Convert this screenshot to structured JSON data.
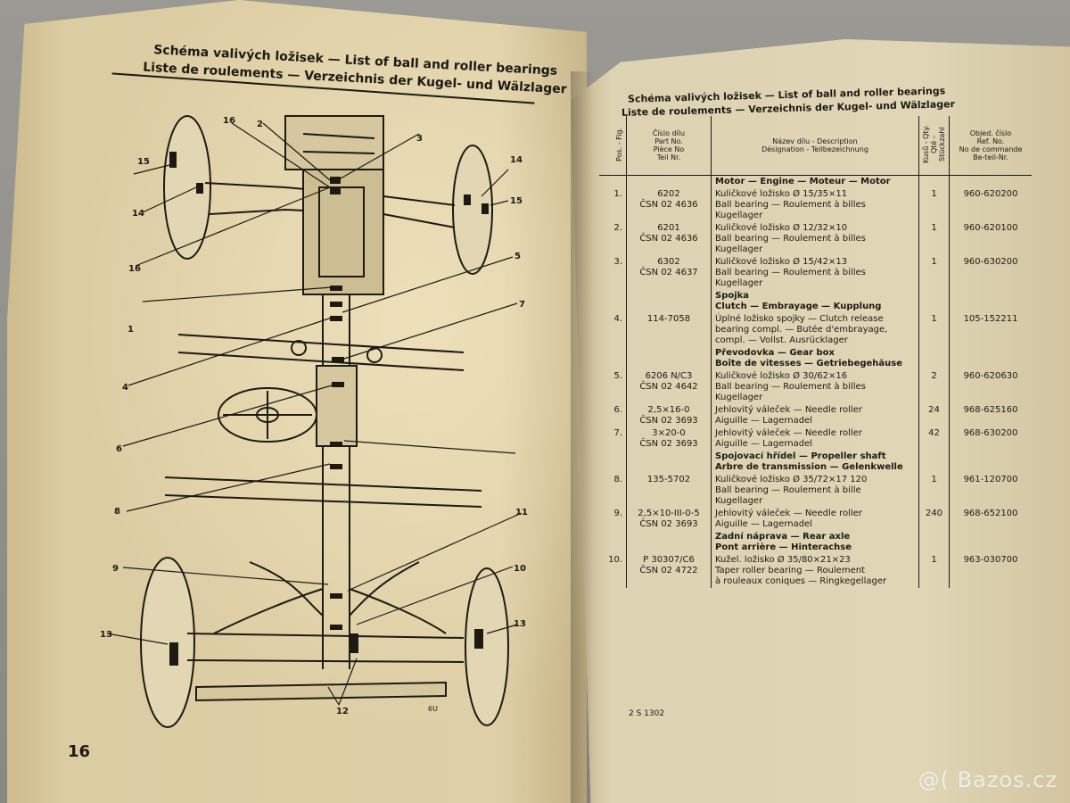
{
  "left": {
    "heading_1": "Schéma valivých ložisek — List of ball and roller bearings",
    "heading_2": "Liste de roulements — Verzeichnis der Kugel- und Wälzlager",
    "page_number": "16",
    "callouts": [
      "1",
      "2",
      "3",
      "4",
      "5",
      "6",
      "7",
      "8",
      "9",
      "10",
      "11",
      "12",
      "13",
      "14",
      "15",
      "16"
    ],
    "fig_mark": "6U"
  },
  "right": {
    "heading_1": "Schéma valivých ložisek — List of ball and roller bearings",
    "heading_2": "Liste de roulements — Verzeichnis der Kugel- und Wälzlager",
    "columns": {
      "pos": "Pos. - Fig.",
      "part": "Číslo dílu\nPart No.\nPièce No\nTeil Nr.",
      "name": "Název dílu - Description\nDésignation - Teilbezeichnung",
      "qty": "Kusů - Qty.\nQté - Stückzahl",
      "ref": "Objed. číslo\nRef. No.\nNo de commande\nBe-teil-Nr."
    },
    "rows": [
      {
        "type": "group",
        "name": "Motor — Engine — Moteur — Motor"
      },
      {
        "type": "item",
        "pos": "1.",
        "part": "6202\nČSN 02 4636",
        "name": "Kuličkové ložisko Ø 15/35×11\nBall bearing — Roulement à billes\nKugellager",
        "qty": "1",
        "ref": "960-620200"
      },
      {
        "type": "item",
        "pos": "2.",
        "part": "6201\nČSN 02 4636",
        "name": "Kuličkové ložisko Ø 12/32×10\nBall bearing — Roulement à billes\nKugellager",
        "qty": "1",
        "ref": "960-620100"
      },
      {
        "type": "item",
        "pos": "3.",
        "part": "6302\nČSN 02 4637",
        "name": "Kuličkové ložisko Ø 15/42×13\nBall bearing — Roulement à billes\nKugellager",
        "qty": "1",
        "ref": "960-630200"
      },
      {
        "type": "group",
        "name": "Spojka\nClutch — Embrayage — Kupplung"
      },
      {
        "type": "item",
        "pos": "4.",
        "part": "114-7058",
        "name": "Úplné ložisko spojky — Clutch release\nbearing compl. — Butée d'embrayage,\ncompl. — Vollst. Ausrücklager",
        "qty": "1",
        "ref": "105-152211"
      },
      {
        "type": "group",
        "name": "Převodovka — Gear box\nBoîte de vitesses — Getriebegehäuse"
      },
      {
        "type": "item",
        "pos": "5.",
        "part": "6206 N/C3\nČSN 02 4642",
        "name": "Kuličkové ložisko Ø 30/62×16\nBall bearing — Roulement à billes\nKugellager",
        "qty": "2",
        "ref": "960-620630"
      },
      {
        "type": "item",
        "pos": "6.",
        "part": "2,5×16-0\nČSN 02 3693",
        "name": "Jehlovitý váleček — Needle roller\nAiguille — Lagernadel",
        "qty": "24",
        "ref": "968-625160"
      },
      {
        "type": "item",
        "pos": "7.",
        "part": "3×20-0\nČSN 02 3693",
        "name": "Jehlovitý váleček — Needle roller\nAiguille — Lagernadel",
        "qty": "42",
        "ref": "968-630200"
      },
      {
        "type": "group",
        "name": "Spojovací hřídel — Propeller shaft\nArbre de transmission — Gelenkwelle"
      },
      {
        "type": "item",
        "pos": "8.",
        "part": "135-5702",
        "name": "Kuličkové ložisko Ø 35/72×17 120\nBall bearing — Roulement à bille\nKugellager",
        "qty": "1",
        "ref": "961-120700"
      },
      {
        "type": "item",
        "pos": "9.",
        "part": "2,5×10-III-0-5\nČSN 02 3693",
        "name": "Jehlovitý váleček — Needle roller\nAiguille — Lagernadel",
        "qty": "240",
        "ref": "968-652100"
      },
      {
        "type": "group",
        "name": "Zadní náprava — Rear axle\nPont arrière — Hinterachse"
      },
      {
        "type": "item",
        "pos": "10.",
        "part": "P 30307/C6\nČSN 02 4722",
        "name": "Kužel. ložisko Ø 35/80×21×23\nTaper roller bearing — Roulement\nà rouleaux coniques — Ringkegellager",
        "qty": "1",
        "ref": "963-030700"
      }
    ],
    "footer_code": "2 S 1302"
  },
  "watermark": "@( Bazos.cz"
}
